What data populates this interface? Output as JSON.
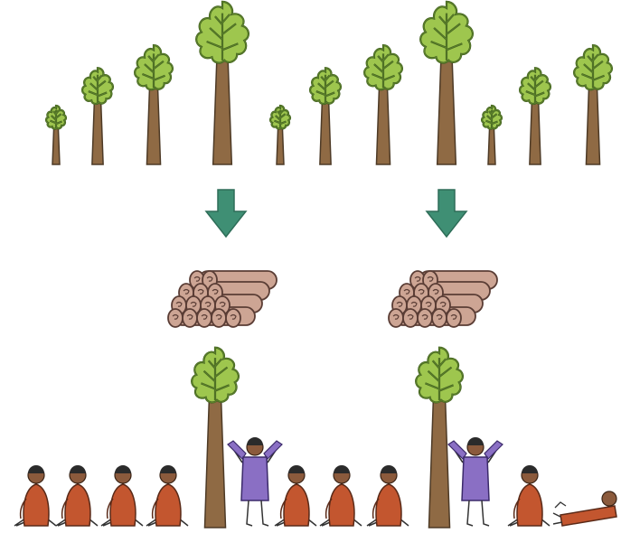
{
  "illustration": {
    "colors": {
      "background": "#ffffff",
      "leaf_fill": "#9ec64e",
      "leaf_dark": "#6f9a33",
      "leaf_outline": "#3d5a1e",
      "trunk": "#8f6a44",
      "trunk_outline": "#4d3a26",
      "arrow": "#3f8f74",
      "arrow_dark": "#2e6d58",
      "log_fill": "#cda594",
      "log_outline": "#5a3d35",
      "person_orange": "#c3562f",
      "person_purple": "#8a6fc4",
      "person_skin": "#8b5a3c",
      "hair": "#2b2b2b",
      "line": "#333333"
    },
    "rows": {
      "trees": [
        "sapling",
        "small",
        "medium",
        "large",
        "sapling",
        "small",
        "medium",
        "large",
        "sapling",
        "small",
        "medium"
      ],
      "arrows": [
        "down-arrow",
        "down-arrow"
      ],
      "log_piles": [
        "log-pile",
        "log-pile"
      ],
      "standing_trees": [
        "tree",
        "tree"
      ],
      "people": [
        "sitting",
        "sitting",
        "sitting",
        "sitting",
        "arms-raised",
        "sitting",
        "sitting",
        "sitting",
        "arms-raised",
        "sitting",
        "lying-down"
      ]
    }
  }
}
